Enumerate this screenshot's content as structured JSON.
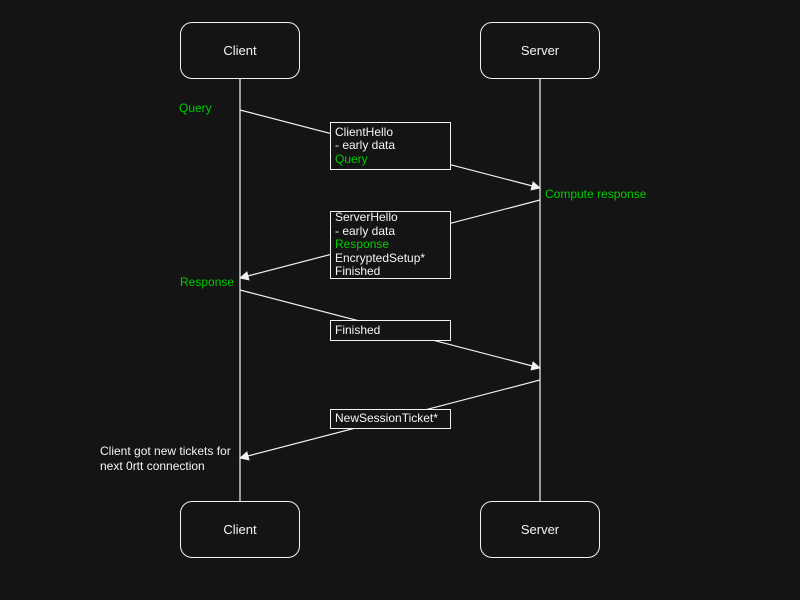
{
  "palette": {
    "background": "#141414",
    "stroke": "#f2f2f2",
    "text_white": "#f5f5f5",
    "text_green": "#00cc00"
  },
  "actors": {
    "client_top": "Client",
    "server_top": "Server",
    "client_bottom": "Client",
    "server_bottom": "Server"
  },
  "labels": {
    "query": {
      "text": "Query",
      "color": "#00cc00"
    },
    "compute_response": {
      "text": "Compute response",
      "color": "#00cc00"
    },
    "response": {
      "text": "Response",
      "color": "#00cc00"
    },
    "note": {
      "line1": "Client got new tickets for",
      "line2": "next 0rtt connection",
      "color": "#f5f5f5"
    }
  },
  "messages": {
    "client_hello": {
      "lines": [
        {
          "text": "ClientHello",
          "color": "#f5f5f5"
        },
        {
          "text": "- early data",
          "color": "#f5f5f5"
        },
        {
          "text": "Query",
          "color": "#00cc00"
        }
      ]
    },
    "server_hello": {
      "lines": [
        {
          "text": "ServerHello",
          "color": "#f5f5f5"
        },
        {
          "text": "- early data",
          "color": "#f5f5f5"
        },
        {
          "text": "Response",
          "color": "#00cc00"
        },
        {
          "text": "EncryptedSetup*",
          "color": "#f5f5f5"
        },
        {
          "text": "Finished",
          "color": "#f5f5f5"
        }
      ]
    },
    "finished": {
      "lines": [
        {
          "text": "Finished",
          "color": "#f5f5f5"
        }
      ]
    },
    "new_session_ticket": {
      "lines": [
        {
          "text": "NewSessionTicket*",
          "color": "#f5f5f5"
        }
      ]
    }
  }
}
